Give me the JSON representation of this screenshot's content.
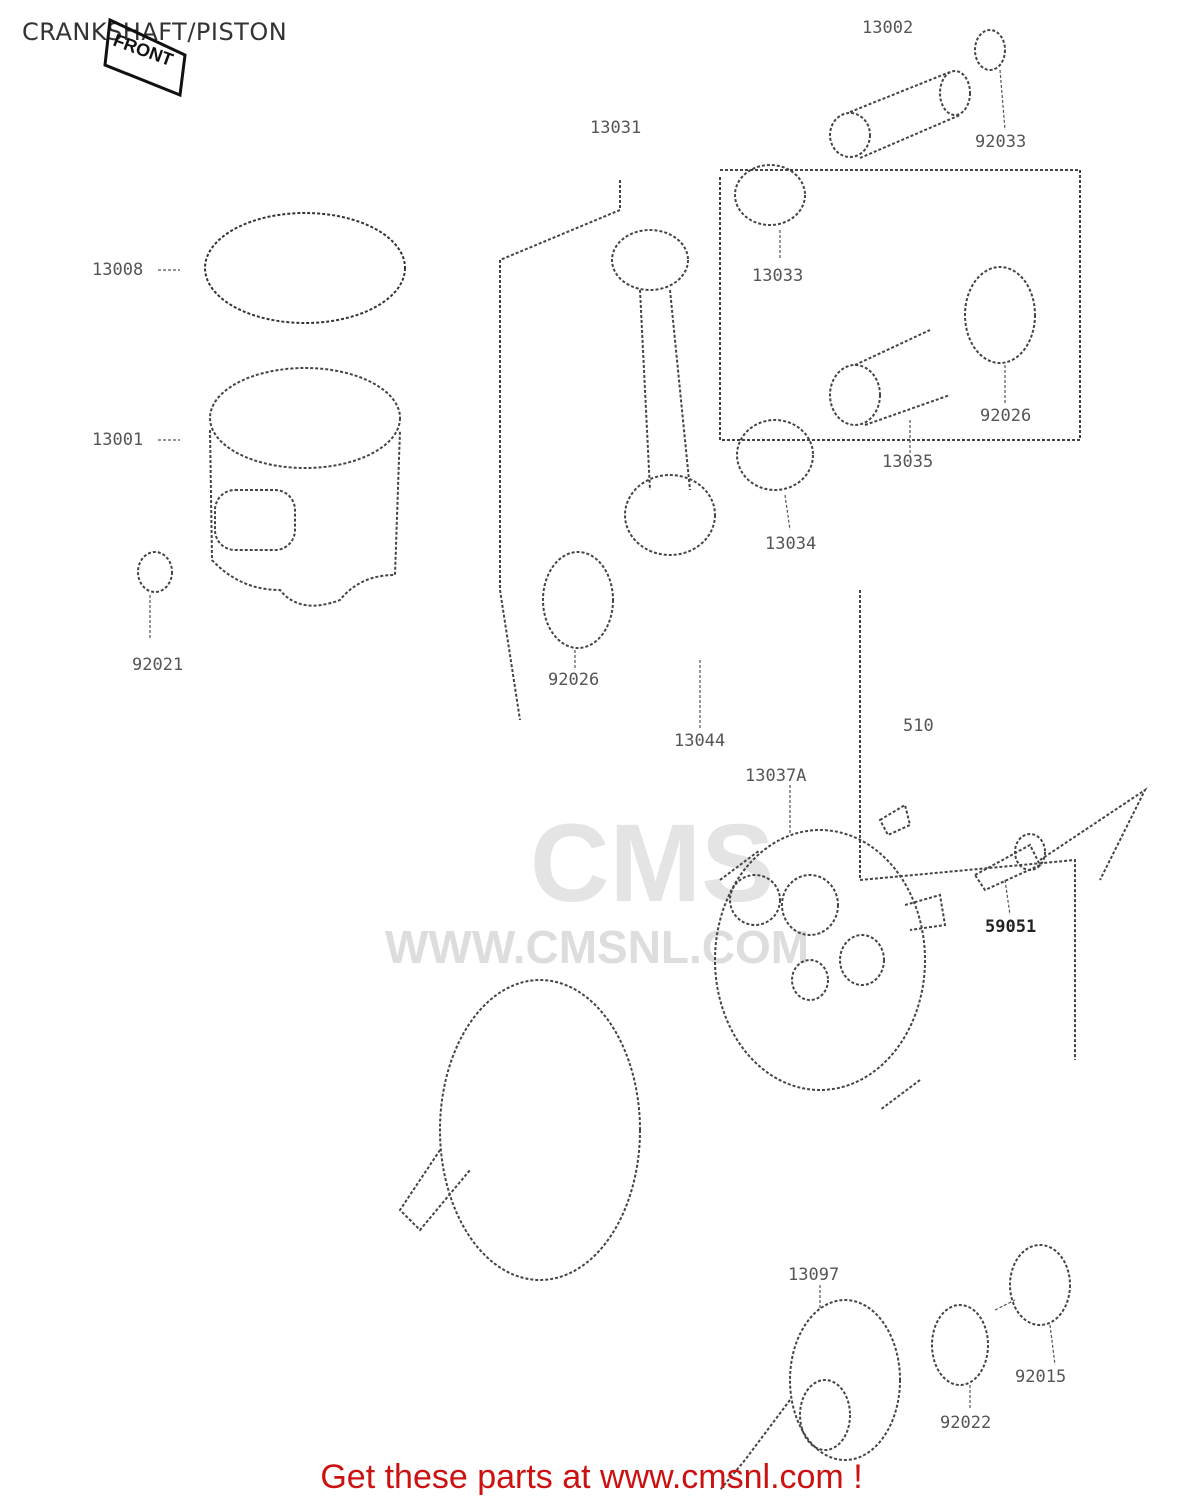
{
  "title": "CRANKSHAFT/PISTON",
  "front_tag": "FRONT",
  "watermark": {
    "brand": "CMS",
    "url": "WWW.CMSNL.COM"
  },
  "parts": [
    {
      "id": "13002",
      "label": "13002"
    },
    {
      "id": "92033",
      "label": "92033"
    },
    {
      "id": "13031",
      "label": "13031"
    },
    {
      "id": "13008",
      "label": "13008"
    },
    {
      "id": "13033",
      "label": "13033"
    },
    {
      "id": "92026a",
      "label": "92026"
    },
    {
      "id": "13001",
      "label": "13001"
    },
    {
      "id": "13035",
      "label": "13035"
    },
    {
      "id": "13034",
      "label": "13034"
    },
    {
      "id": "92021",
      "label": "92021"
    },
    {
      "id": "92026b",
      "label": "92026"
    },
    {
      "id": "510",
      "label": "510"
    },
    {
      "id": "13044",
      "label": "13044"
    },
    {
      "id": "13037A",
      "label": "13037A"
    },
    {
      "id": "59051",
      "label": "59051"
    },
    {
      "id": "13097",
      "label": "13097"
    },
    {
      "id": "92015",
      "label": "92015"
    },
    {
      "id": "92022",
      "label": "92022"
    }
  ],
  "footer": "Get these parts at www.cmsnl.com !"
}
